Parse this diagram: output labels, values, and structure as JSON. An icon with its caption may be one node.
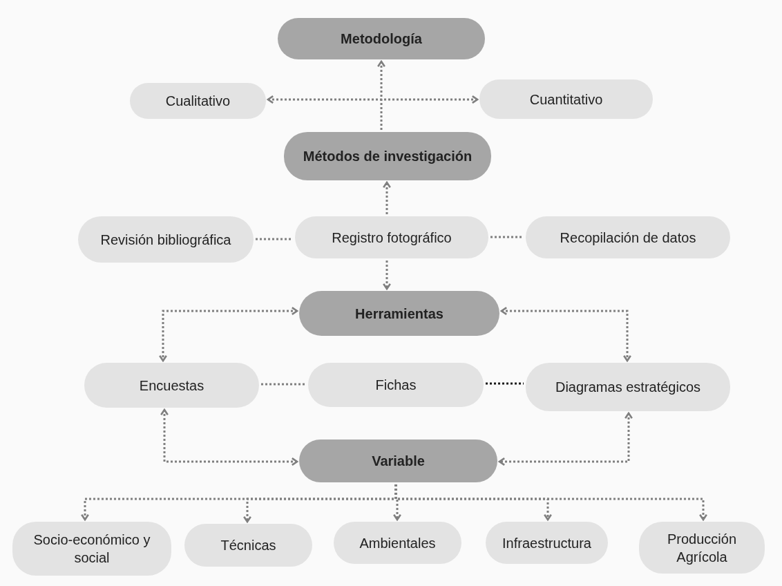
{
  "diagram": {
    "nodes": [
      {
        "text": [
          "Metodología"
        ]
      },
      {
        "text": [
          "Cualitativo"
        ]
      },
      {
        "text": [
          "Cuantitativo"
        ]
      },
      {
        "text": [
          "Métodos de investigación"
        ]
      },
      {
        "text": [
          "Revisión bibliográfica"
        ]
      },
      {
        "text": [
          "Registro fotográfico"
        ]
      },
      {
        "text": [
          "Recopilación de datos"
        ]
      },
      {
        "text": [
          "Herramientas"
        ]
      },
      {
        "text": [
          "Encuestas"
        ]
      },
      {
        "text": [
          "Fichas"
        ]
      },
      {
        "text": [
          "Diagramas estratégicos"
        ]
      },
      {
        "text": [
          "Variable"
        ]
      },
      {
        "text": [
          "Socio-económico y social"
        ]
      },
      {
        "text": [
          "Técnicas"
        ]
      },
      {
        "text": [
          "Ambientales"
        ]
      },
      {
        "text": [
          "Infraestructura"
        ]
      },
      {
        "text": [
          "Producción Agrícola"
        ]
      }
    ],
    "edges": [
      {
        "from": 3,
        "to": 0,
        "arrow": "to"
      },
      {
        "from": 1,
        "to": 2,
        "arrow": "both"
      },
      {
        "from": 4,
        "to": 5,
        "arrow": "none"
      },
      {
        "from": 5,
        "to": 6,
        "arrow": "none"
      },
      {
        "from": 5,
        "to": 3,
        "arrow": "to"
      },
      {
        "from": 5,
        "to": 7,
        "arrow": "to"
      },
      {
        "from": 7,
        "to": 8,
        "arrow": "both"
      },
      {
        "from": 7,
        "to": 10,
        "arrow": "both"
      },
      {
        "from": 8,
        "to": 9,
        "arrow": "none"
      },
      {
        "from": 9,
        "to": 10,
        "arrow": "none",
        "color": "#1a1a1a"
      },
      {
        "from": 8,
        "to": 11,
        "arrow": "both"
      },
      {
        "from": 10,
        "to": 11,
        "arrow": "both"
      },
      {
        "from": 11,
        "to": 12,
        "arrow": "to"
      },
      {
        "from": 11,
        "to": 13,
        "arrow": "to"
      },
      {
        "from": 11,
        "to": 14,
        "arrow": "to"
      },
      {
        "from": 11,
        "to": 15,
        "arrow": "to"
      },
      {
        "from": 11,
        "to": 16,
        "arrow": "to"
      }
    ]
  }
}
